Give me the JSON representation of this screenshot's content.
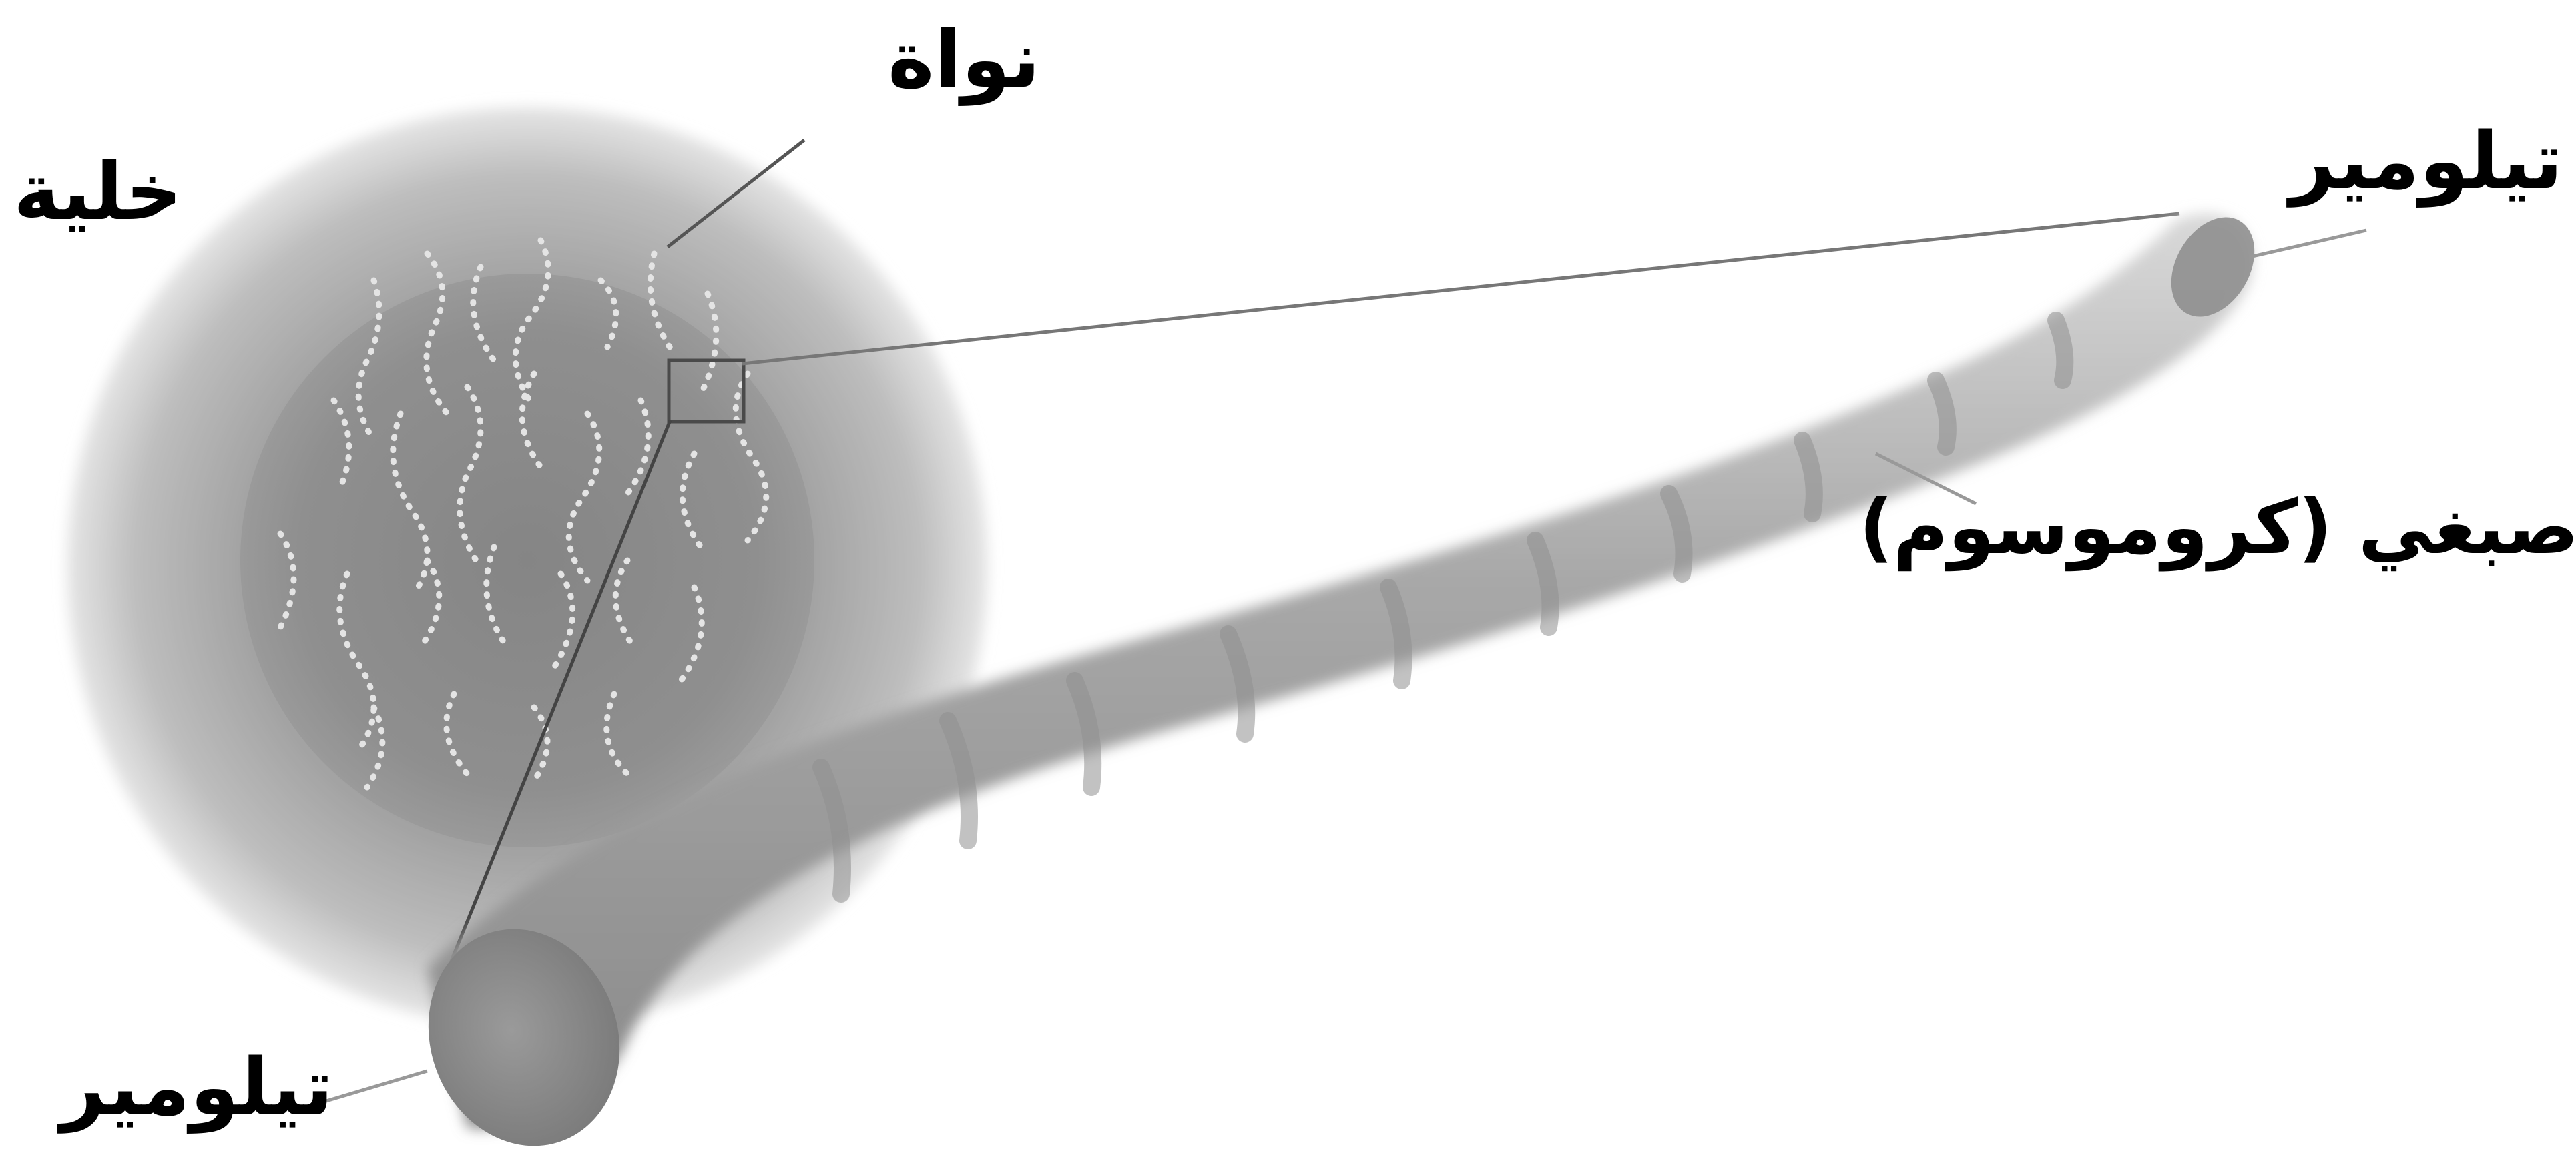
{
  "labels": {
    "nucleus": "نواة",
    "cell": "خلية",
    "telomere_top": "تيلومير",
    "chromosome": "صبغي (كروموسوم)",
    "telomere_bottom": "تيلومير"
  },
  "colors": {
    "background": "#ffffff",
    "label_text": "#000000",
    "cell_gray": "#8c8c8c",
    "chromosome_gray": "#a6a6a6",
    "leader_line": "#555555"
  }
}
